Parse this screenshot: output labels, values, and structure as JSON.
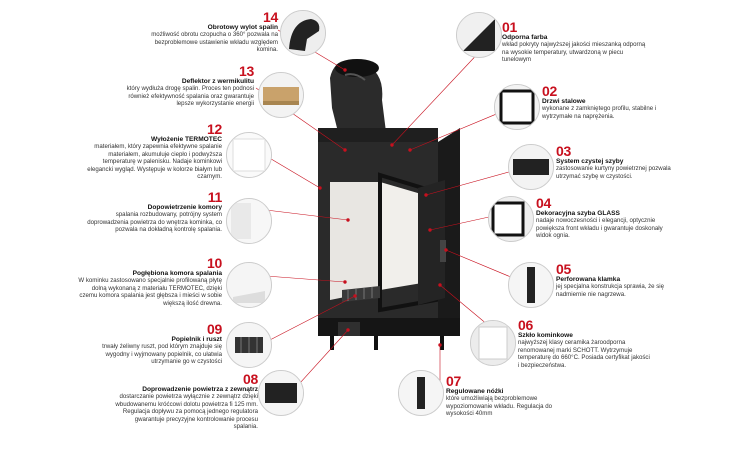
{
  "features": [
    {
      "id": "14",
      "title": "Obrotowy wylot spalin",
      "desc": "możliwość obrotu czopucha o 360° pozwala na bezproblemowe ustawienie wkładu względem komina."
    },
    {
      "id": "13",
      "title": "Deflektor z wermikulitu",
      "desc": "który wydłuża drogę spalin. Proces ten podnosi również efektywność spalania oraz gwarantuje lepsze wykorzystanie energii"
    },
    {
      "id": "12",
      "title": "Wyłożenie TERMOTEC",
      "desc": "materiałem, który zapewnia efektywne spalanie materiałem, akumuluje ciepło i podwyższa temperaturę w palenisku. Nadaje kominkowi elegancki wygląd. Występuje w kolorze białym lub czarnym."
    },
    {
      "id": "11",
      "title": "Dopowietrzenie komory",
      "desc": "spalania rozbudowany, potrójny system doprowadzenia powietrza do wnętrza kominka, co pozwala na dokładną kontrolę spalania."
    },
    {
      "id": "10",
      "title": "Pogłębiona komora spalania",
      "desc": "W kominku zastosowano specjalnie profilowaną płytę dolną wykonaną z materiału TERMOTEC, dzięki czemu komora spalania jest głębsza i mieści w sobie większą ilość drewna."
    },
    {
      "id": "09",
      "title": "Popielnik i ruszt",
      "desc": "trwały żeliwny ruszt, pod którym znajduje się wygodny i wyjmowany popielnik, co ułatwia utrzymanie go w czystości"
    },
    {
      "id": "08",
      "title": "Doprowadzenie powietrza z zewnątrz",
      "desc": "dostarczanie powietrza wyłącznie z zewnątrz dzięki wbudowanemu króćcowi dolotu powietrza fi 125 mm. Regulacja dopływu za pomocą jednego regulatora gwarantuje precyzyjne kontrolowanie procesu spalania."
    },
    {
      "id": "07",
      "title": "Regulowane nóżki",
      "desc": "które umożliwiają bezproblemowe wypoziomowanie wkładu. Regulacja do wysokości 40mm"
    },
    {
      "id": "06",
      "title": "Szkło kominkowe",
      "desc": "najwyższej klasy ceramika żaroodporna renomowanej marki SCHOTT. Wytrzymuje temperaturę do 660°C. Posiada certyfikat jakości i bezpieczeństwa."
    },
    {
      "id": "05",
      "title": "Perforowana klamka",
      "desc": "jej specjalna konstrukcja sprawia, że się nadmiernie nie nagrzewa."
    },
    {
      "id": "04",
      "title": "Dekoracyjna szyba GLASS",
      "desc": "nadaje nowoczesności i elegancji, optycznie powiększa front wkładu i gwarantuje doskonały widok ognia."
    },
    {
      "id": "03",
      "title": "System czystej szyby",
      "desc": "zastosowanie kurtyny powietrznej pozwala utrzymać szybę w czystości."
    },
    {
      "id": "02",
      "title": "Drzwi stalowe",
      "desc": "wykonane z zamkniętego profilu, stabilne i wytrzymałe na naprężenia."
    },
    {
      "id": "01",
      "title": "Odporna farba",
      "desc": "wkład pokryty najwyższej jakości mieszanką odporną na wysokie temperatury, utwardzoną w piecu tunelowym"
    }
  ]
}
